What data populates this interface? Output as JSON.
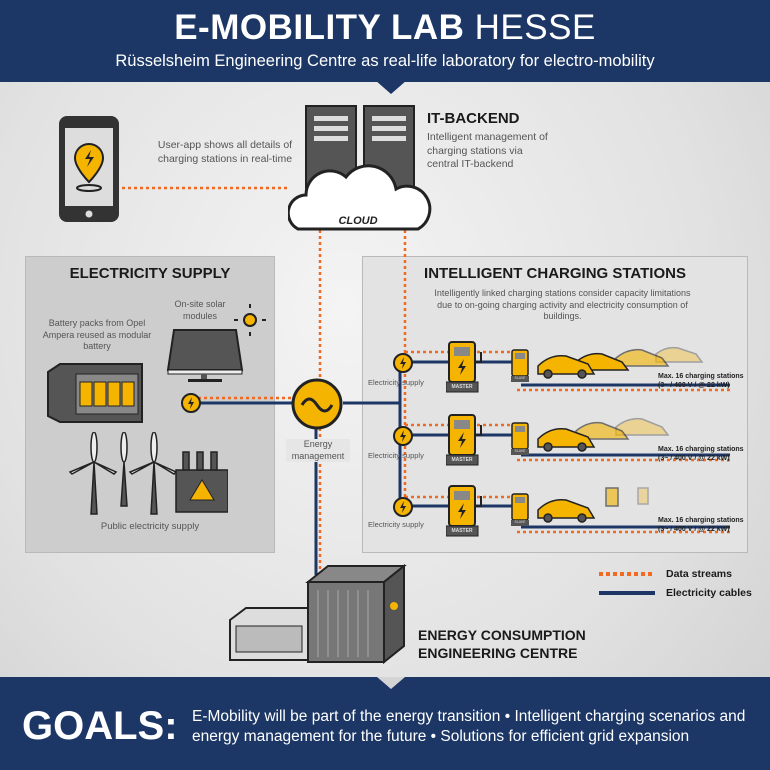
{
  "header": {
    "title_bold": "E-MOBILITY LAB",
    "title_light": "HESSE",
    "subtitle": "Rüsselsheim Engineering Centre as real-life laboratory for electro-mobility"
  },
  "app": {
    "text": "User-app shows all details of charging stations in real-time"
  },
  "backend": {
    "title": "IT-BACKEND",
    "text": "Intelligent management of charging stations via central IT-backend",
    "cloud_label": "CLOUD"
  },
  "electricity_supply": {
    "title": "ELECTRICITY SUPPLY",
    "solar": "On-site solar modules",
    "battery": "Battery packs from Opel Ampera reused as modular battery",
    "public": "Public electricity supply"
  },
  "energy_management": {
    "label": "Energy management"
  },
  "charging": {
    "title": "INTELLIGENT CHARGING STATIONS",
    "text": "Intelligently linked charging stations consider capacity limitations due to on-going charging activity and electricity consumption of buildings.",
    "rows": [
      {
        "supply": "Electricity supply",
        "master": "MASTER",
        "slave": "SLAVE",
        "max": "Max. 16 charging stations",
        "spec": "(3~ / 400 V / @ 22 kW)"
      },
      {
        "supply": "Electricity supply",
        "master": "MASTER",
        "slave": "SLAVE",
        "max": "Max. 16 charging stations",
        "spec": "(3~ / 400 V / @ 22 kW)"
      },
      {
        "supply": "Electricity supply",
        "master": "MASTER",
        "slave": "SLAVE",
        "max": "Max. 16 charging stations",
        "spec": "(3~ / 400 V / @ 22 kW)"
      }
    ]
  },
  "legend": {
    "data": "Data streams",
    "cables": "Electricity cables"
  },
  "building": {
    "line1": "ENERGY CONSUMPTION",
    "line2": "ENGINEERING CENTRE"
  },
  "footer": {
    "goals": "GOALS:",
    "text": "E-Mobility will be part of the energy transition • Intelligent charging scenarios and energy management for the future • Solutions for efficient grid expansion"
  },
  "colors": {
    "navy": "#1c3766",
    "orange": "#f26a21",
    "yellow": "#f5b400"
  }
}
